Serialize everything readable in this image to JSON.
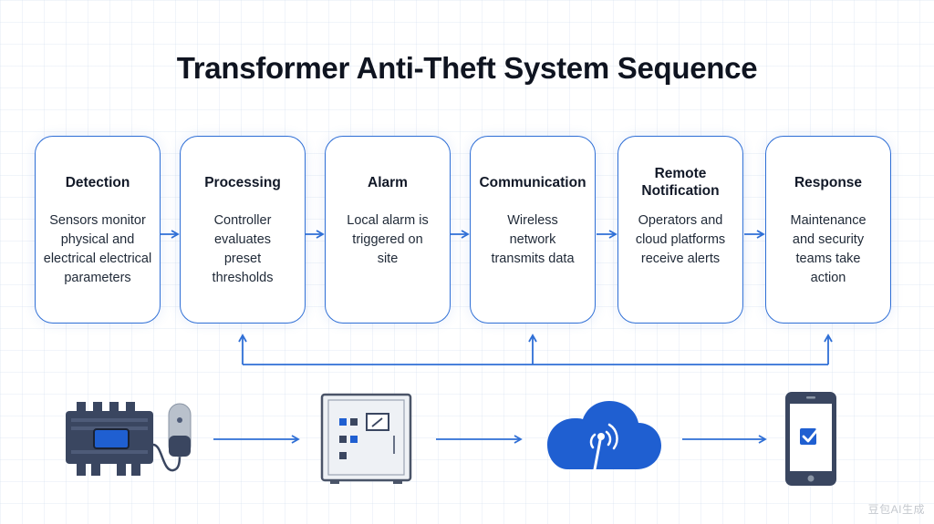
{
  "title": "Transformer Anti-Theft System Sequence",
  "steps": [
    {
      "title": "Detection",
      "text": "Sensors monitor physical and electrical electrical parameters"
    },
    {
      "title": "Processing",
      "text": "Controller evaluates preset thresholds"
    },
    {
      "title": "Alarm",
      "text": "Local alarm is triggered on site"
    },
    {
      "title": "Communication",
      "text": "Wireless network transmits data"
    },
    {
      "title": "Remote Notification",
      "text": "Operators and cloud platforms receive alerts"
    },
    {
      "title": "Response",
      "text": "Maintenance and security teams take action"
    }
  ],
  "icons": [
    "transformer-sensor-icon",
    "control-panel-icon",
    "cloud-wireless-icon",
    "smartphone-check-icon"
  ],
  "colors": {
    "accent": "#2f6fd6",
    "dark": "#3a4660",
    "title": "#0f1420"
  },
  "watermark": "豆包AI生成"
}
